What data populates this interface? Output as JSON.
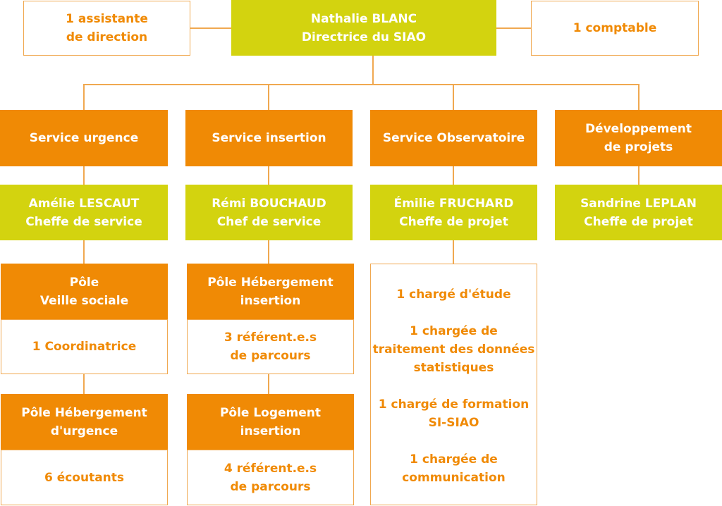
{
  "director": {
    "line1": "Nathalie BLANC",
    "line2": "Directrice du SIAO"
  },
  "assistant": "1 assistante\nde direction",
  "accountant": "1 comptable",
  "services": {
    "urgence": {
      "title": "Service urgence",
      "head": "Amélie LESCAUT\nCheffe de service",
      "pole1": "Pôle\nVeille sociale",
      "pole1_staff": "1 Coordinatrice",
      "pole2": "Pôle Hébergement\nd'urgence",
      "pole2_staff": "6 écoutants"
    },
    "insertion": {
      "title": "Service insertion",
      "head": "Rémi BOUCHAUD\nChef de service",
      "pole1": "Pôle Hébergement\ninsertion",
      "pole1_staff": "3 référent.e.s\nde parcours",
      "pole2": "Pôle Logement\ninsertion",
      "pole2_staff": "4 référent.e.s\nde parcours"
    },
    "observatoire": {
      "title": "Service Observatoire",
      "head": "Émilie FRUCHARD\nCheffe de projet",
      "staff": [
        "1 chargé d'étude",
        "1 chargée de\ntraitement des données\nstatistiques",
        "1 chargé de formation\nSI-SIAO",
        "1 chargée de\ncommunication"
      ]
    },
    "developpement": {
      "title": "Développement\nde projets",
      "head": "Sandrine LEPLAN\nCheffe de projet"
    }
  },
  "colors": {
    "orange": "#f08a05",
    "green": "#d3d30f",
    "line": "#f0a850"
  }
}
